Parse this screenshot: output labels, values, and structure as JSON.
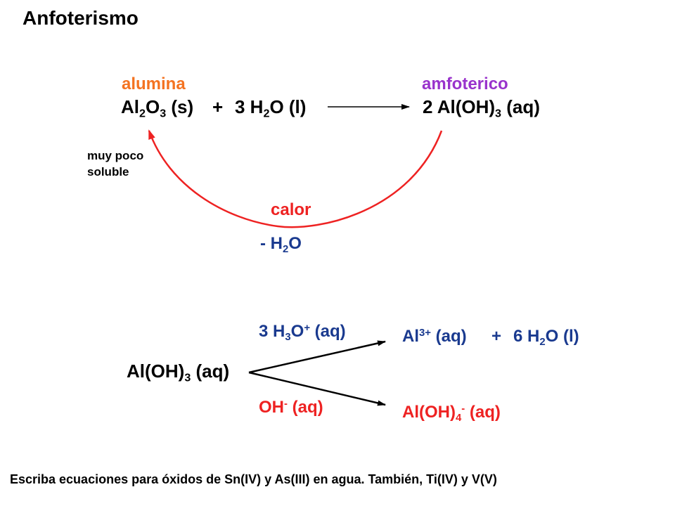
{
  "title": "Anfoterismo",
  "colors": {
    "orange": "#f47321",
    "purple": "#9933cc",
    "red": "#ee2222",
    "blue": "#1a3a8f",
    "black": "#000000"
  },
  "top": {
    "left_label": "alumina",
    "right_label": "amfoterico",
    "reactant_1": {
      "a": "Al",
      "s1": "2",
      "b": "O",
      "s2": "3",
      "c": " (s)"
    },
    "plus": "+",
    "reactant_2": {
      "a": "3 H",
      "s1": "2",
      "b": "O (l)"
    },
    "product": {
      "a": "2 Al(OH)",
      "s1": "3",
      "b": " (aq)"
    },
    "note_line1": "muy poco",
    "note_line2": "soluble",
    "heat_label": "calor",
    "water_loss": {
      "a": "- H",
      "s1": "2",
      "b": "O"
    }
  },
  "bottom": {
    "reactant": {
      "a": "Al(OH)",
      "s1": "3",
      "b": " (aq)"
    },
    "acid_reagent": {
      "a": "3 H",
      "s1": "3",
      "b": "O",
      "sup": "+",
      "c": " (aq)"
    },
    "acid_product_1": {
      "a": "Al",
      "sup": "3+",
      "b": " (aq)"
    },
    "acid_plus": "+",
    "acid_product_2": {
      "a": "6 H",
      "s1": "2",
      "b": "O (l)"
    },
    "base_reagent": {
      "a": "OH",
      "sup": "-",
      "b": " (aq)"
    },
    "base_product": {
      "a": "Al(OH)",
      "s1": "4",
      "sup": "-",
      "b": " (aq)"
    }
  },
  "footer": "Escriba ecuaciones para óxidos de Sn(IV) y As(III) en agua. También, Ti(IV) y V(V)"
}
